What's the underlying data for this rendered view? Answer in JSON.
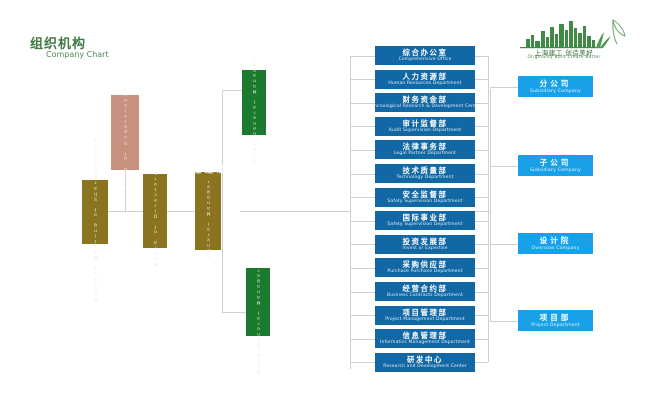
{
  "page": {
    "title_zh": "组织机构",
    "title_en": "Company Chart",
    "accent_green": "#3f7a46",
    "dept_color": "#1268a5",
    "subsidiary_color": "#18a0e8",
    "gold_color": "#8a7420",
    "pink_color": "#c8907f",
    "green_color": "#1b7a2e",
    "line_color": "#cfcfcf"
  },
  "logo": {
    "name": "city-skyline-logo",
    "text_zh": "上海建工 创造美好",
    "text_en": "Originality Built   Create Better"
  },
  "governance": [
    {
      "id": "shareholders",
      "zh": "股东大会",
      "en": "General Meeting of Shareholders",
      "color": "gold"
    },
    {
      "id": "supervisors",
      "zh": "监事会",
      "en": "Board of Supervisors",
      "color": "pink"
    },
    {
      "id": "directors",
      "zh": "董事会",
      "en": "Board of Directors",
      "color": "gold"
    },
    {
      "id": "general-manager",
      "zh": "总经理",
      "en": "General Manager",
      "color": "gold"
    }
  ],
  "vice_managers": [
    {
      "id": "vice-general-manager-1",
      "zh": "副总经理",
      "en": "Vice General Manager",
      "color": "green"
    },
    {
      "id": "vice-general-manager-2",
      "zh": "副总经理（三）",
      "en": "Vice General Manager",
      "color": "green"
    }
  ],
  "departments": [
    {
      "zh": "综合办公室",
      "en": "Comprehensive Office"
    },
    {
      "zh": "人力资源部",
      "en": "Human Resources Department"
    },
    {
      "zh": "财务资金部",
      "en": "Tehcnological Research & Development Center"
    },
    {
      "zh": "审计监督部",
      "en": "Audit Supervision Department"
    },
    {
      "zh": "法律事务部",
      "en": "Legal Partner Department"
    },
    {
      "zh": "技术质量部",
      "en": "Technology Department"
    },
    {
      "zh": "安全监督部",
      "en": "Safety Supervision Department"
    },
    {
      "zh": "国际事业部",
      "en": "Safety Supervision Department"
    },
    {
      "zh": "投资发展部",
      "en": "Invest or Expertise"
    },
    {
      "zh": "采购供应部",
      "en": "Purchase Purchase Department"
    },
    {
      "zh": "经营合约部",
      "en": "Business Contracts Department"
    },
    {
      "zh": "项目管理部",
      "en": "Project Management Department"
    },
    {
      "zh": "信息管理部",
      "en": "Informatics Management Department"
    },
    {
      "zh": "研发中心",
      "en": "Research and Development Center"
    }
  ],
  "subsidiaries": [
    {
      "zh": "分公司",
      "en": "Subsidiary Company"
    },
    {
      "zh": "子公司",
      "en": "Subsidiary Company"
    },
    {
      "zh": "设计院",
      "en": "Overseas Company"
    },
    {
      "zh": "项目部",
      "en": "Project Department"
    }
  ]
}
